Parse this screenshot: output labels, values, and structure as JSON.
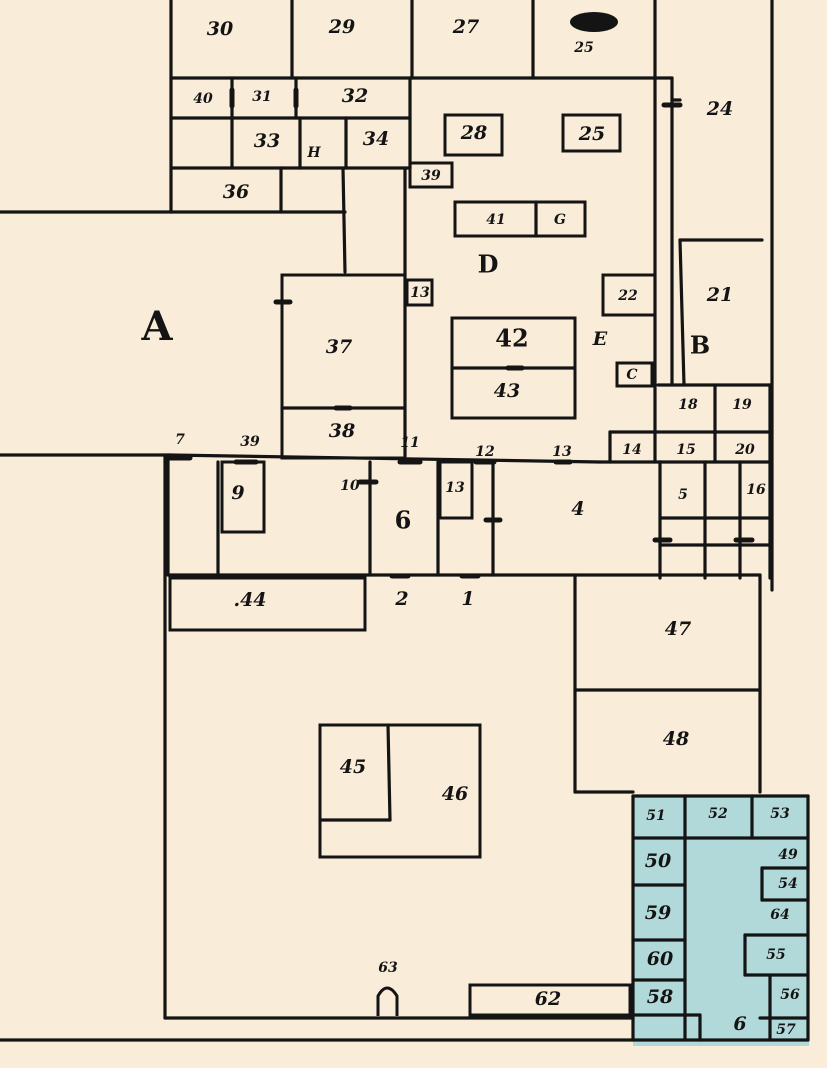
{
  "labels": {
    "A": "A",
    "B": "B",
    "C": "C",
    "D": "D",
    "E": "E",
    "G": "G",
    "H": "H",
    "r1": "1",
    "r2": "2",
    "r4": "4",
    "r5": "5",
    "r6": "6",
    "r6b": "6",
    "r7": "7",
    "r9": "9",
    "r10": "10",
    "r11": "11",
    "r12": "12",
    "r13": "13",
    "r13b": "13",
    "r13c": "13",
    "r14": "14",
    "r15": "15",
    "r16": "16",
    "r18": "18",
    "r19": "19",
    "r20": "20",
    "r21": "21",
    "r22": "22",
    "r24": "24",
    "r25": "25",
    "r25b": "25",
    "r27": "27",
    "r28": "28",
    "r29": "29",
    "r30": "30",
    "r31": "31",
    "r32": "32",
    "r33": "33",
    "r34": "34",
    "r36": "36",
    "r37": "37",
    "r38": "38",
    "r39": "39",
    "r40": "40",
    "r41": "41",
    "r42": "42",
    "r43": "43",
    "r44": ".44",
    "r45": "45",
    "r46": "46",
    "r47": "47",
    "r48": "48",
    "r49": "49",
    "r50": "50",
    "r51": "51",
    "r52": "52",
    "r53": "53",
    "r54": "54",
    "r55": "55",
    "r56": "56",
    "r57": "57",
    "r58": "58",
    "r59": "59",
    "r60": "60",
    "r62": "62",
    "r63": "63",
    "r64": "64"
  },
  "colors": {
    "paper": "#f9ecd9",
    "ink": "#141414",
    "shaded_area": "#b2d9d9"
  },
  "icons": {
    "room-25-mark": "ink-blot"
  }
}
